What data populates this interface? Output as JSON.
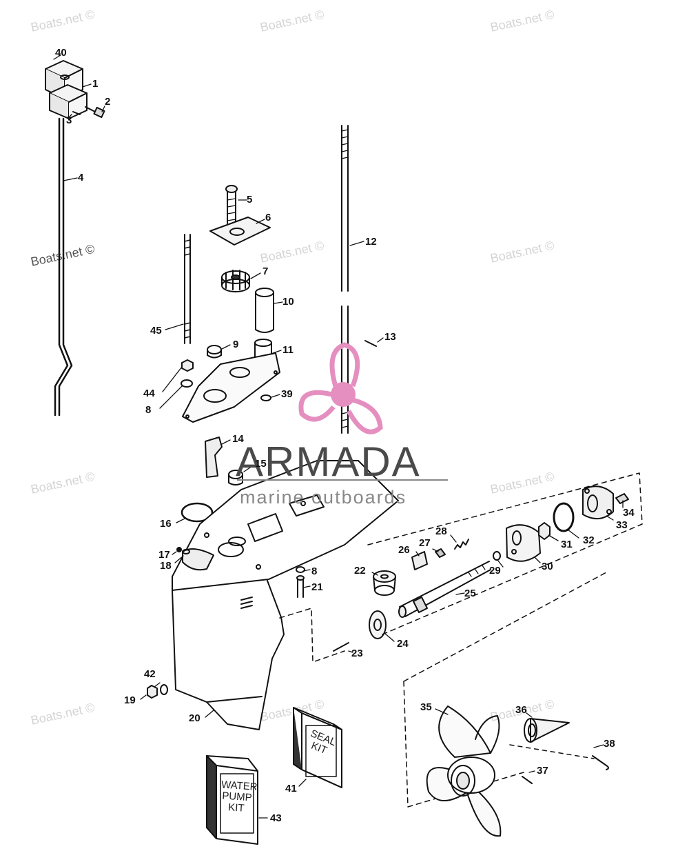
{
  "watermark": "Boats.net ©",
  "logo": {
    "name": "ARMADA",
    "tagline": "marine outboards",
    "color": "#e48fbf"
  },
  "kits": {
    "seal_kit": "SEAL\nKIT",
    "water_pump_kit": "WATER\nPUMP\nKIT"
  },
  "callouts": {
    "n1": "1",
    "n2": "2",
    "n3": "3",
    "n4": "4",
    "n5": "5",
    "n6": "6",
    "n7": "7",
    "n8": "8",
    "n9": "9",
    "n10": "10",
    "n11": "11",
    "n12": "12",
    "n13": "13",
    "n14": "14",
    "n15": "15",
    "n16": "16",
    "n17": "17",
    "n18": "18",
    "n19": "19",
    "n20": "20",
    "n21": "21",
    "n22": "22",
    "n23": "23",
    "n24": "24",
    "n25": "25",
    "n26": "26",
    "n27": "27",
    "n28": "28",
    "n29": "29",
    "n30": "30",
    "n31": "31",
    "n32": "32",
    "n33": "33",
    "n34": "34",
    "n35": "35",
    "n36": "36",
    "n37": "37",
    "n38": "38",
    "n39": "39",
    "n40": "40",
    "n41": "41",
    "n42": "42",
    "n43": "43",
    "n44": "44",
    "n45": "45"
  }
}
